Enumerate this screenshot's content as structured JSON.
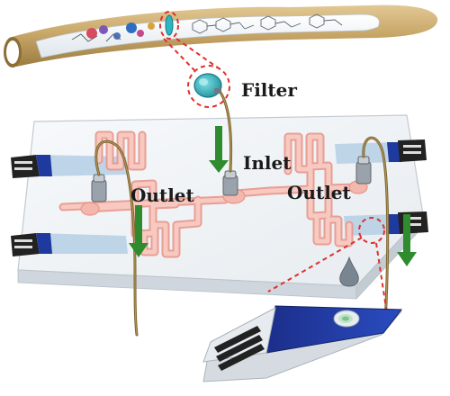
{
  "labels": {
    "filter": "Filter",
    "inlet": "Inlet",
    "outlet_left": "Outlet",
    "outlet_right": "Outlet"
  },
  "colors": {
    "tube_gold": "#c9a86a",
    "tube_dark": "#a98948",
    "tube_inner": "#e9eef2",
    "filter_disc": "#2fb5c0",
    "chip_top": "#f3f6f8",
    "chip_side": "#d6dce2",
    "channel": "#f4b7ad",
    "channel_edge": "#e8968a",
    "arrow_green": "#2e8b2e",
    "callout_red": "#e0302a",
    "electrode_blue": "#1f3a9e",
    "electrode_black": "#222222",
    "wire_brown": "#7d6530",
    "droplet": "#7a8592"
  },
  "icons": {
    "filter": "filter-icon",
    "droplet": "droplet-icon",
    "sensor": "sensor-strip-icon"
  }
}
